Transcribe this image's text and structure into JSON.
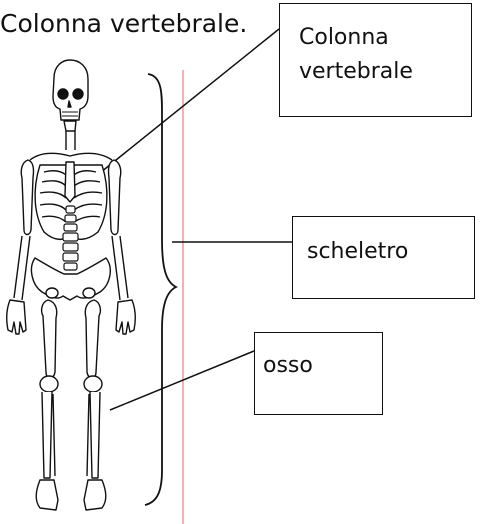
{
  "header": {
    "text": "Colonna vertebrale."
  },
  "labels": {
    "colonna": "Colonna\nvertebrale",
    "colonna_line1": "Colonna",
    "colonna_line2": "vertebrale",
    "scheletro": "scheletro",
    "osso": "osso"
  },
  "colors": {
    "ink": "#111111",
    "margin_line": "#e8888a"
  }
}
